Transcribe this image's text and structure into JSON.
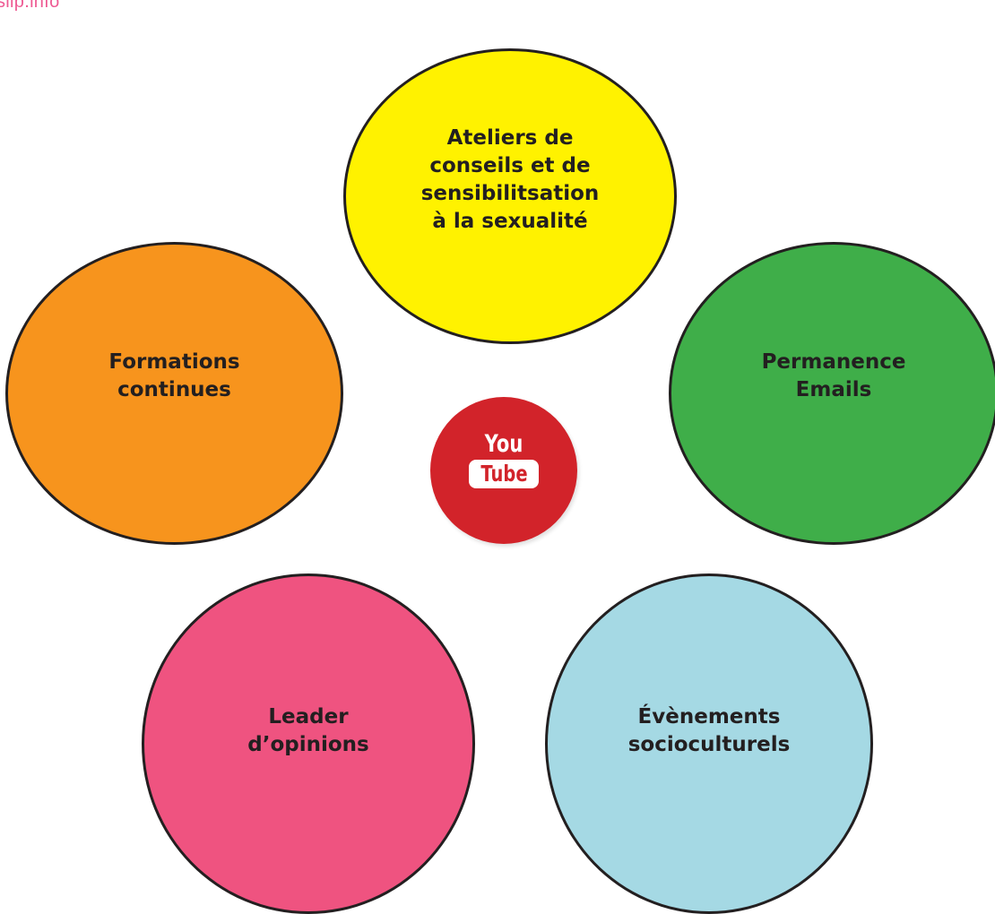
{
  "header": {
    "site_url": "slip.info"
  },
  "diagram": {
    "center": {
      "logo_icon": "youtube-logo",
      "logo_text_top": "You",
      "logo_text_bottom": "Tube",
      "color": "#d2232a"
    },
    "nodes": [
      {
        "id": "ateliers",
        "lines": [
          "Ateliers de",
          "conseils et de",
          "sensibilitsation",
          "à la sexualité"
        ],
        "color": "#fff200"
      },
      {
        "id": "formations",
        "lines": [
          "Formations",
          "continues"
        ],
        "color": "#f7941d"
      },
      {
        "id": "permanence",
        "lines": [
          "Permanence",
          "Emails"
        ],
        "color": "#3fae49"
      },
      {
        "id": "leader",
        "lines": [
          "Leader",
          "d’opinions"
        ],
        "color": "#ef5380"
      },
      {
        "id": "evenements",
        "lines": [
          "Évènements",
          "socioculturels"
        ],
        "color": "#a5d9e4"
      }
    ]
  }
}
